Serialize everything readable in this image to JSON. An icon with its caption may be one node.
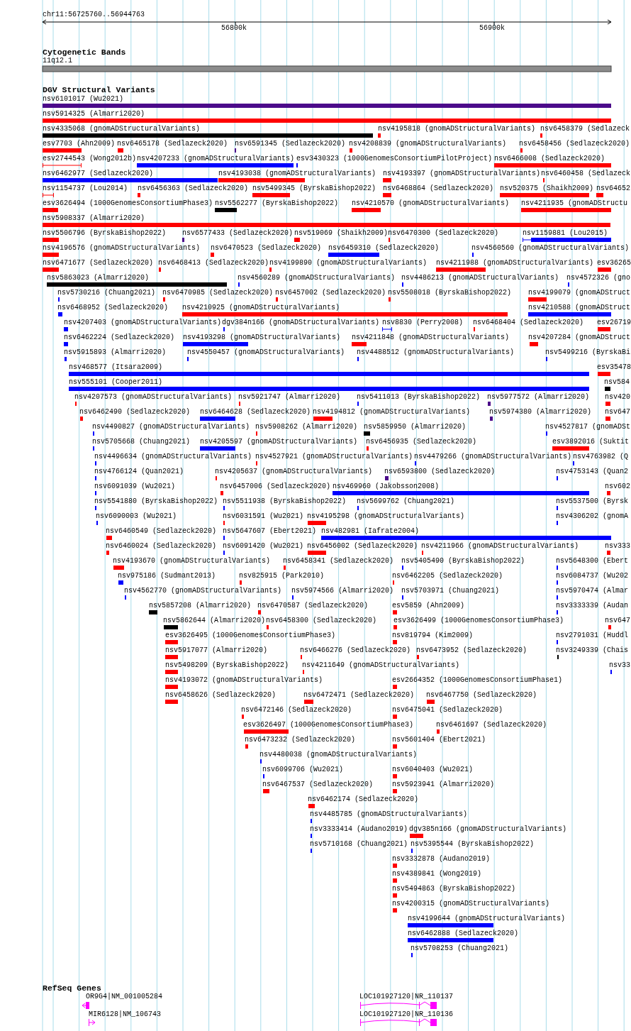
{
  "diagram": {
    "labels": [
      "chr11:56725760..56944763",
      "56800k",
      "56900k",
      "Cytogenetic Bands",
      "11q12.1",
      "DGV Structural Variants",
      "nsv6101017 (Wu2021)",
      "nsv5914325 (Almarri2020)",
      "nsv4335068 (gnomADStructuralVariants)",
      "nsv4195818 (gnomADStructuralVariants)",
      "nsv6458379 (Sedlazeck",
      "esv7703 (Ahn2009)",
      "nsv6465178 (Sedlazeck2020)",
      "nsv6591345 (Sedlazeck2020)",
      "nsv4208839 (gnomADStructuralVariants)",
      "nsv6458456 (Sedlazeck2020)",
      "esv2744543 (Wong2012b)",
      "nsv4207233 (gnomADStructuralVariants)",
      "esv3430323 (1000GenomesConsortiumPilotProject)",
      "nsv6466008 (Sedlazeck2020)",
      "nsv6462977 (Sedlazeck2020)",
      "nsv4193038 (gnomADStructuralVariants)",
      "nsv4193397 (gnomADStructuralVariants)",
      "nsv6460458 (Sedlazeck",
      "nsv1154737 (Lou2014)",
      "nsv6456363 (Sedlazeck2020)",
      "nsv5499345 (ByrskaBishop2022)",
      "nsv6468864 (Sedlazeck2020)",
      "nsv520375 (Shaikh2009)",
      "nsv64652",
      "esv3626494 (1000GenomesConsortiumPhase3)",
      "nsv5562277 (ByrskaBishop2022)",
      "nsv4210570 (gnomADStructuralVariants)",
      "nsv4211935 (gnomADStructu",
      "nsv5908337 (Almarri2020)",
      "nsv5506796 (ByrskaBishop2022)",
      "nsv6577433 (Sedlazeck2020)",
      "nsv519069 (Shaikh2009)",
      "nsv6470300 (Sedlazeck2020)",
      "nsv1159881 (Lou2015)",
      "nsv4196576 (gnomADStructuralVariants)",
      "nsv6470523 (Sedlazeck2020)",
      "nsv6459310 (Sedlazeck2020)",
      "nsv4560560 (gnomADStructuralVariants)",
      "nsv6471677 (Sedlazeck2020)",
      "nsv6468413 (Sedlazeck2020)",
      "nsv4199890 (gnomADStructuralVariants)",
      "nsv4211988 (gnomADStructuralVariants)",
      "esv36265",
      "nsv5863023 (Almarri2020)",
      "nsv4560289 (gnomADStructuralVariants)",
      "nsv4486213 (gnomADStructuralVariants)",
      "nsv4572326 (gno",
      "nsv5730216 (Chuang2021)",
      "nsv6470985 (Sedlazeck2020)",
      "nsv6457002 (Sedlazeck2020)",
      "nsv5508018 (ByrskaBishop2022)",
      "nsv4199079 (gnomADStruct",
      "nsv6468952 (Sedlazeck2020)",
      "nsv4210925 (gnomADStructuralVariants)",
      "nsv4210588 (gnomADStruct",
      "nsv4207403 (gnomADStructuralVariants)",
      "dgv384n166 (gnomADStructuralVariants)",
      "nsv8830 (Perry2008)",
      "nsv6468404 (Sedlazeck2020)",
      "esv26719",
      "nsv6462224 (Sedlazeck2020)",
      "nsv4193298 (gnomADStructuralVariants)",
      "nsv4211848 (gnomADStructuralVariants)",
      "nsv4207284 (gnomADStruct",
      "nsv5915893 (Almarri2020)",
      "nsv4550457 (gnomADStructuralVariants)",
      "nsv4488512 (gnomADStructuralVariants)",
      "nsv5499216 (ByrskaBi",
      "nsv468577 (Itsara2009)",
      "esv35478",
      "nsv555101 (Cooper2011)",
      "nsv584",
      "nsv4207573 (gnomADStructuralVariants)",
      "nsv5921747 (Almarri2020)",
      "nsv5411013 (ByrskaBishop2022)",
      "nsv5977572 (Almarri2020)",
      "nsv420",
      "nsv6462490 (Sedlazeck2020)",
      "nsv6464628 (Sedlazeck2020)",
      "nsv4194812 (gnomADStructuralVariants)",
      "nsv5974380 (Almarri2020)",
      "nsv647",
      "nsv4490827 (gnomADStructuralVariants)",
      "nsv5908262 (Almarri2020)",
      "nsv5859950 (Almarri2020)",
      "nsv4527817 (gnomADSt",
      "nsv5705668 (Chuang2021)",
      "nsv4205597 (gnomADStructuralVariants)",
      "nsv6456935 (Sedlazeck2020)",
      "esv3892016 (Suktit",
      "nsv4496634 (gnomADStructuralVariants)",
      "nsv4527921 (gnomADStructuralVariants)",
      "nsv4479266 (gnomADStructuralVariants)",
      "nsv4763982 (Q",
      "nsv4766124 (Quan2021)",
      "nsv4205637 (gnomADStructuralVariants)",
      "nsv6593800 (Sedlazeck2020)",
      "nsv4753143 (Quan2",
      "nsv6091039 (Wu2021)",
      "nsv6457006 (Sedlazeck2020)",
      "nsv469960 (Jakobsson2008)",
      "nsv602",
      "nsv5541880 (ByrskaBishop2022)",
      "nsv5511938 (ByrskaBishop2022)",
      "nsv5699762 (Chuang2021)",
      "nsv5537500 (Byrsk",
      "nsv6090003 (Wu2021)",
      "nsv6031591 (Wu2021)",
      "nsv4195298 (gnomADStructuralVariants)",
      "nsv4306202 (gnomA",
      "nsv6460549 (Sedlazeck2020)",
      "nsv5647607 (Ebert2021)",
      "nsv482981 (Iafrate2004)",
      "nsv6460024 (Sedlazeck2020)",
      "nsv6091420 (Wu2021)",
      "nsv6456002 (Sedlazeck2020)",
      "nsv4211966 (gnomADStructuralVariants)",
      "nsv333",
      "nsv4193670 (gnomADStructuralVariants)",
      "nsv6458341 (Sedlazeck2020)",
      "nsv5405490 (ByrskaBishop2022)",
      "nsv5648300 (Ebert",
      "nsv975186 (Sudmant2013)",
      "nsv825915 (Park2010)",
      "nsv6462205 (Sedlazeck2020)",
      "nsv6084737 (Wu202",
      "nsv4562770 (gnomADStructuralVariants)",
      "nsv5974566 (Almarri2020)",
      "nsv5703971 (Chuang2021)",
      "nsv5970474 (Almar",
      "nsv5857208 (Almarri2020)",
      "nsv6470587 (Sedlazeck2020)",
      "esv5859 (Ahn2009)",
      "nsv3333339 (Audan",
      "nsv5862644 (Almarri2020)",
      "nsv6458300 (Sedlazeck2020)",
      "esv3626499 (1000GenomesConsortiumPhase3)",
      "nsv647",
      "esv3626495 (1000GenomesConsortiumPhase3)",
      "nsv819794 (Kim2009)",
      "nsv2791031 (Huddl",
      "nsv5917077 (Almarri2020)",
      "nsv6466276 (Sedlazeck2020)",
      "nsv6473952 (Sedlazeck2020)",
      "nsv3249339 (Chais",
      "nsv5498209 (ByrskaBishop2022)",
      "nsv4211649 (gnomADStructuralVariants)",
      "nsv33",
      "nsv4193072 (gnomADStructuralVariants)",
      "esv2664352 (1000GenomesConsortiumPhase1)",
      "nsv6458626 (Sedlazeck2020)",
      "nsv6472471 (Sedlazeck2020)",
      "nsv6467750 (Sedlazeck2020)",
      "nsv6472146 (Sedlazeck2020)",
      "nsv6475041 (Sedlazeck2020)",
      "esv3626497 (1000GenomesConsortiumPhase3)",
      "nsv6461697 (Sedlazeck2020)",
      "nsv6473232 (Sedlazeck2020)",
      "nsv5601404 (Ebert2021)",
      "nsv4480038 (gnomADStructuralVariants)",
      "nsv6099706 (Wu2021)",
      "nsv6040403 (Wu2021)",
      "nsv6467537 (Sedlazeck2020)",
      "nsv5923941 (Almarri2020)",
      "nsv6462174 (Sedlazeck2020)",
      "nsv4485785 (gnomADStructuralVariants)",
      "nsv3333414 (Audano2019)",
      "dgv385n166 (gnomADStructuralVariants)",
      "nsv5710168 (Chuang2021)",
      "nsv5395544 (ByrskaBishop2022)",
      "nsv3332878 (Audano2019)",
      "nsv4389841 (Wong2019)",
      "nsv5494863 (ByrskaBishop2022)",
      "nsv4200315 (gnomADStructuralVariants)",
      "nsv4199644 (gnomADStructuralVariants)",
      "nsv6462888 (Sedlazeck2020)",
      "nsv5708253 (Chuang2021)",
      "RefSeq Genes",
      "OR9G4|NM_001005284",
      "MIR6128|NM_106743",
      "LOC101927120|NR_110137",
      "LOC101927120|NR_110136"
    ]
  }
}
